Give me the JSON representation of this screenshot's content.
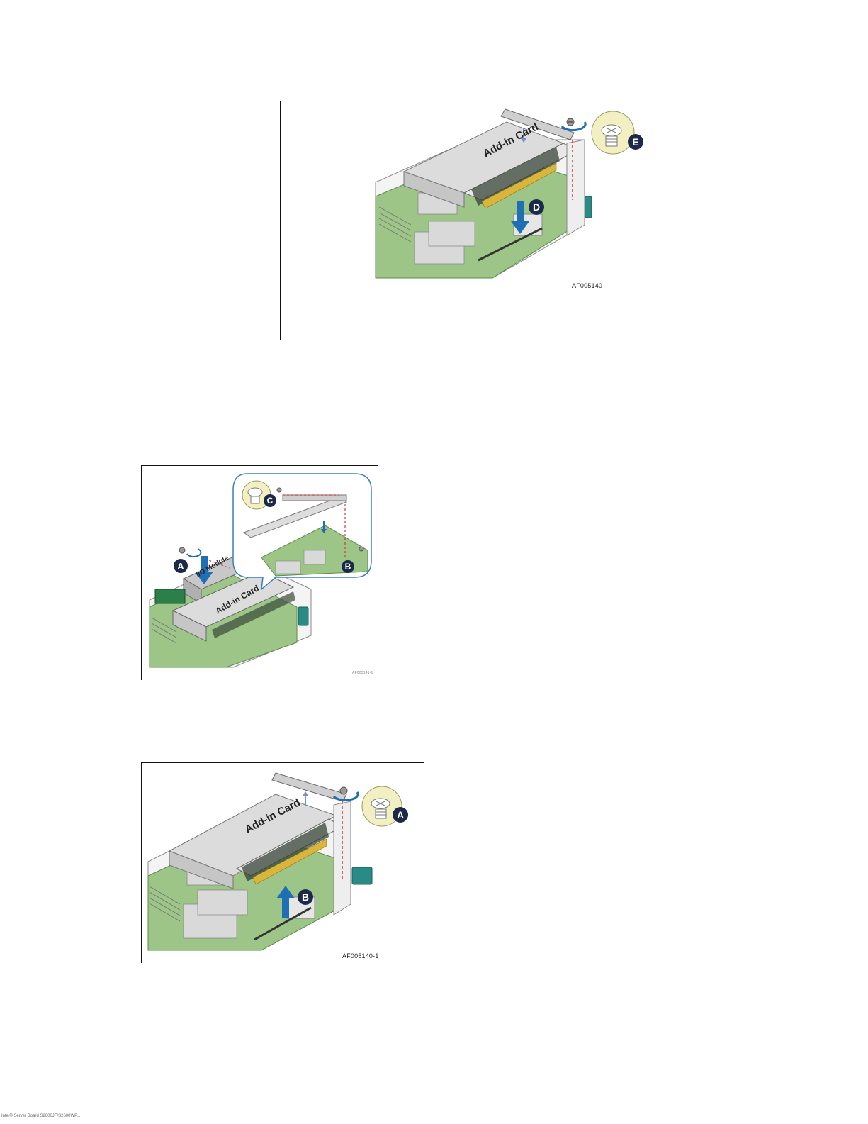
{
  "figures": [
    {
      "figure_id": "AF005140",
      "card_label": "Add-in Card",
      "callouts": [
        "D",
        "E"
      ]
    },
    {
      "figure_id": "AF005141-1",
      "card_label": "Add-in Card",
      "module_label": "I/O Module",
      "callouts": [
        "A",
        "B",
        "C"
      ]
    },
    {
      "figure_id": "AF005140-1",
      "card_label": "Add-in Card",
      "callouts": [
        "A",
        "B"
      ]
    }
  ],
  "footer": {
    "text": "Intel® Server Board S2600JF/S2600WP..."
  },
  "colors": {
    "board_green": "#8fbf7a",
    "arrow_blue": "#1f6fb5",
    "callout_navy": "#1c2a4a",
    "screw_badge": "#f2efc2",
    "latch_teal": "#2a8a86",
    "dashed_red": "#d23a3a"
  },
  "icons": [
    "screw-icon",
    "rotate-arrow-icon",
    "down-arrow-icon",
    "up-arrow-icon",
    "callout-badge-icon"
  ]
}
